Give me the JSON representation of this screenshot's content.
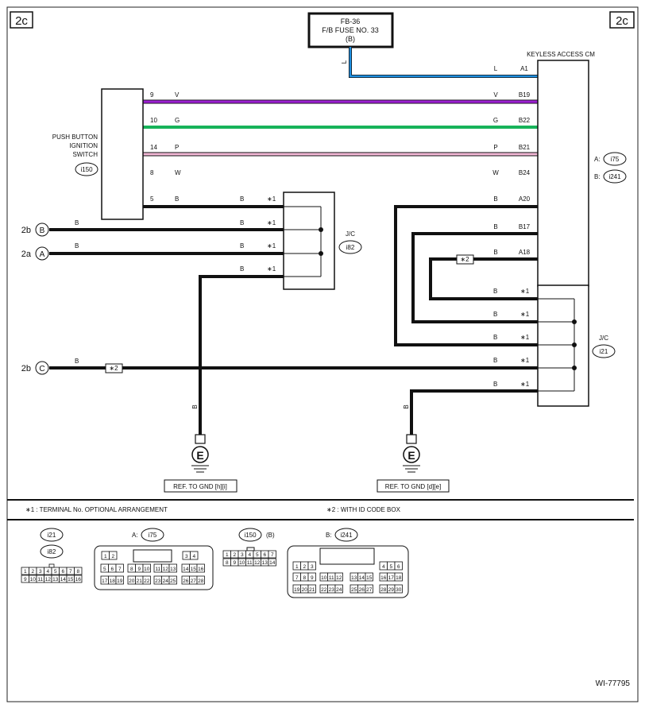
{
  "page": {
    "corner_left": "2c",
    "corner_right": "2c",
    "figure_id": "WI-77795"
  },
  "fuse": {
    "line1": "FB-36",
    "line2": "F/B FUSE NO. 33",
    "line3": "(B)",
    "wire_color": "L"
  },
  "switch_module": {
    "label_line1": "PUSH BUTTON",
    "label_line2": "IGNITION",
    "label_line3": "SWITCH",
    "connector": "i150",
    "pins": [
      {
        "pin": "9",
        "color": "V"
      },
      {
        "pin": "10",
        "color": "G"
      },
      {
        "pin": "14",
        "color": "P"
      },
      {
        "pin": "8",
        "color": "W"
      },
      {
        "pin": "5",
        "color": "B"
      }
    ]
  },
  "keyless_module": {
    "label": "KEYLESS ACCESS CM",
    "connector_a_prefix": "A:",
    "connector_a": "i75",
    "connector_b_prefix": "B:",
    "connector_b": "i241",
    "pins": [
      {
        "color": "L",
        "terminal": "A1"
      },
      {
        "color": "V",
        "terminal": "B19"
      },
      {
        "color": "G",
        "terminal": "B22"
      },
      {
        "color": "P",
        "terminal": "B21"
      },
      {
        "color": "W",
        "terminal": "B24"
      },
      {
        "color": "B",
        "terminal": "A20"
      },
      {
        "color": "B",
        "terminal": "B17"
      },
      {
        "color": "B",
        "terminal": "A18"
      }
    ]
  },
  "jc_left": {
    "label": "J/C",
    "connector": "i82",
    "star": "∗1",
    "wire_color": "B"
  },
  "jc_right": {
    "label": "J/C",
    "connector": "i21",
    "star": "∗1",
    "wire_color": "B"
  },
  "refs": {
    "b": "2b",
    "a": "2a",
    "c": "2b",
    "b_circle": "B",
    "a_circle": "A",
    "c_circle": "C"
  },
  "star2": "∗2",
  "grounds": {
    "symbol": "E",
    "left_ref": "REF. TO GND [h][i]",
    "right_ref": "REF. TO GND [d][e]",
    "wire_color": "B"
  },
  "notes": {
    "note1": "∗1 : TERMINAL No. OPTIONAL ARRANGEMENT",
    "note2": "∗2  : WITH ID CODE BOX"
  },
  "connectors": {
    "c_i21": "i21",
    "c_i82": "i82",
    "i21_rows": [
      [
        "1",
        "2",
        "3",
        "4",
        "5",
        "6",
        "7",
        "8"
      ],
      [
        "9",
        "10",
        "11",
        "12",
        "13",
        "14",
        "15",
        "16"
      ]
    ],
    "i75_prefix": "A:",
    "i75": "i75",
    "i75_rows": [
      [
        "1",
        "2",
        "",
        "3",
        "4"
      ],
      [
        "5",
        "6",
        "7",
        "8",
        "9",
        "10",
        "11",
        "12",
        "13",
        "14",
        "15",
        "16"
      ],
      [
        "17",
        "18",
        "19",
        "20",
        "21",
        "22",
        "23",
        "24",
        "25",
        "26",
        "27",
        "28"
      ]
    ],
    "i150": "i150",
    "i150_suffix": "(B)",
    "i150_rows": [
      [
        "1",
        "2",
        "3",
        "4",
        "5",
        "6",
        "7"
      ],
      [
        "8",
        "9",
        "10",
        "11",
        "12",
        "13",
        "14"
      ]
    ],
    "i241_prefix": "B:",
    "i241": "i241",
    "i241_rows": [
      [
        "1",
        "2",
        "3",
        "4",
        "5",
        "6"
      ],
      [
        "7",
        "8",
        "9",
        "10",
        "11",
        "12",
        "13",
        "14",
        "15",
        "16",
        "17",
        "18"
      ],
      [
        "19",
        "20",
        "21",
        "22",
        "23",
        "24",
        "25",
        "26",
        "27",
        "28",
        "29",
        "30"
      ]
    ]
  },
  "colors": {
    "blue": "#1e8fe0",
    "violet": "#9b1fd0",
    "green": "#17b35a",
    "pink": "#f3b8d6",
    "black": "#111111"
  }
}
